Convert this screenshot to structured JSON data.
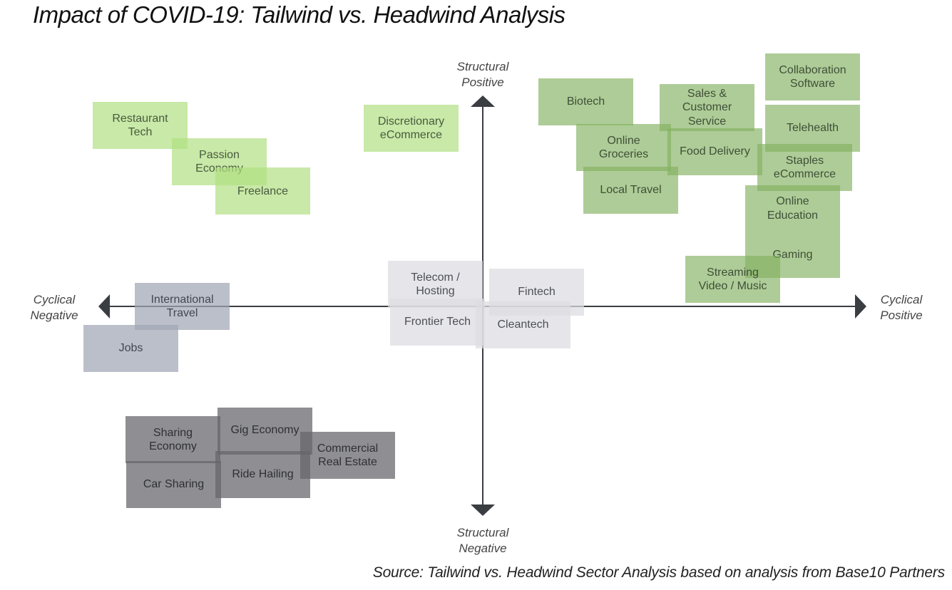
{
  "title": "Impact of COVID-19: Tailwind vs. Headwind Analysis",
  "source": "Source: Tailwind vs. Headwind Sector Analysis based on analysis from Base10 Partners",
  "axes": {
    "top": "Structural\nPositive",
    "bottom": "Structural\nNegative",
    "left": "Cyclical\nNegative",
    "right": "Cyclical\nPositive"
  },
  "colors": {
    "light_green": "#b0df82",
    "green": "#82b060",
    "pale_gray": "#dcdde2",
    "blue_gray": "#a0a6b4",
    "dark_gray": "#646469",
    "axis": "#3a3d42"
  },
  "sectors": [
    {
      "label": "Restaurant\nTech",
      "group": "light-green",
      "quadrant": "cyclical-negative / structural-positive"
    },
    {
      "label": "Passion\nEconomy",
      "group": "light-green",
      "quadrant": "cyclical-negative / structural-positive"
    },
    {
      "label": "Freelance",
      "group": "light-green",
      "quadrant": "cyclical-negative / structural-positive"
    },
    {
      "label": "Discretionary\neCommerce",
      "group": "light-green",
      "quadrant": "cyclical-negative / structural-positive"
    },
    {
      "label": "Biotech",
      "group": "green",
      "quadrant": "cyclical-positive / structural-positive"
    },
    {
      "label": "Sales &\nCustomer\nService",
      "group": "green",
      "quadrant": "cyclical-positive / structural-positive"
    },
    {
      "label": "Collaboration\nSoftware",
      "group": "green",
      "quadrant": "cyclical-positive / structural-positive"
    },
    {
      "label": "Telehealth",
      "group": "green",
      "quadrant": "cyclical-positive / structural-positive"
    },
    {
      "label": "Online\nGroceries",
      "group": "green",
      "quadrant": "cyclical-positive / structural-positive"
    },
    {
      "label": "Food Delivery",
      "group": "green",
      "quadrant": "cyclical-positive / structural-positive"
    },
    {
      "label": "Staples\neCommerce",
      "group": "green",
      "quadrant": "cyclical-positive / structural-positive"
    },
    {
      "label": "Local Travel",
      "group": "green",
      "quadrant": "cyclical-positive / structural-positive"
    },
    {
      "label": "Online\nEducation",
      "group": "green",
      "quadrant": "cyclical-positive / structural-positive"
    },
    {
      "label": "Gaming",
      "group": "green",
      "quadrant": "cyclical-positive / structural-positive"
    },
    {
      "label": "Streaming\nVideo / Music",
      "group": "green",
      "quadrant": "cyclical-positive / structural-positive"
    },
    {
      "label": "Telecom /\nHosting",
      "group": "pale",
      "quadrant": "center"
    },
    {
      "label": "Fintech",
      "group": "pale",
      "quadrant": "center"
    },
    {
      "label": "Frontier Tech",
      "group": "pale",
      "quadrant": "center"
    },
    {
      "label": "Cleantech",
      "group": "pale",
      "quadrant": "center"
    },
    {
      "label": "International\nTravel",
      "group": "blue-gray",
      "quadrant": "cyclical-negative"
    },
    {
      "label": "Jobs",
      "group": "blue-gray",
      "quadrant": "cyclical-negative"
    },
    {
      "label": "Sharing\nEconomy",
      "group": "dark-gray",
      "quadrant": "cyclical-negative / structural-negative"
    },
    {
      "label": "Gig Economy",
      "group": "dark-gray",
      "quadrant": "cyclical-negative / structural-negative"
    },
    {
      "label": "Commercial\nReal Estate",
      "group": "dark-gray",
      "quadrant": "cyclical-negative / structural-negative"
    },
    {
      "label": "Car Sharing",
      "group": "dark-gray",
      "quadrant": "cyclical-negative / structural-negative"
    },
    {
      "label": "Ride Hailing",
      "group": "dark-gray",
      "quadrant": "cyclical-negative / structural-negative"
    }
  ]
}
